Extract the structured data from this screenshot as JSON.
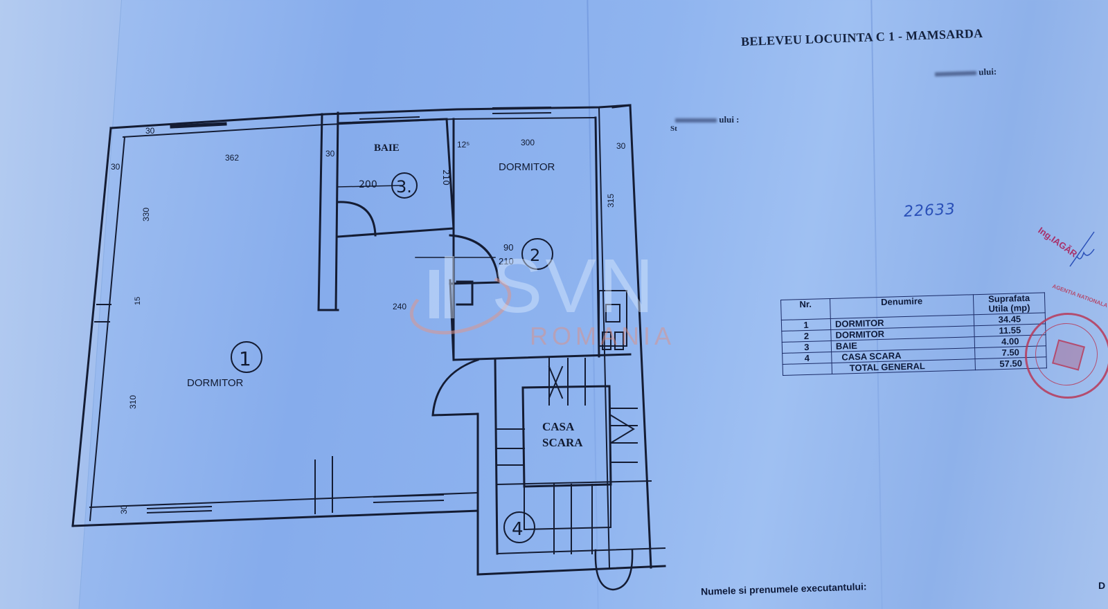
{
  "document": {
    "title": "BELEVEU LOCUINTA C 1 - MAMSARDA",
    "field_top_right_suffix": "ului:",
    "field_left_suffix": "ului :",
    "field_left_prefix": "St",
    "handwritten_number": "22633",
    "engineer_stamp": "Ing.IAGĂR",
    "footer_label": "Numele si prenumele executantului:",
    "footer_right_fragment": "D"
  },
  "floor_plan": {
    "rooms": [
      {
        "number": "1",
        "label": "DORMITOR"
      },
      {
        "number": "2",
        "label": "DORMITOR"
      },
      {
        "number": "3.",
        "label": "BAIE"
      },
      {
        "number": "4",
        "label": "CASA SCARA",
        "label_line1": "CASA",
        "label_line2": "SCARA"
      }
    ],
    "dimensions": {
      "wall_top_left": "30",
      "wall_left": "30",
      "room1_width": "362",
      "room1_height_upper": "330",
      "room1_small": "15",
      "room1_height_lower": "310",
      "hall_width": "240",
      "wall_bottom": "30",
      "baie_wall": "30",
      "baie_width": "200",
      "baie_height": "210",
      "room2_offset": "12⁵",
      "room2_width": "300",
      "room2_height": "315",
      "room2_wall": "30",
      "door_width": "90",
      "door_height": "210"
    }
  },
  "area_table": {
    "headers": {
      "nr": "Nr.",
      "denumire": "Denumire",
      "suprafata": "Suprafata Utila (mp)",
      "suprafata_l1": "Suprafata",
      "suprafata_l2": "Utila (mp)"
    },
    "rows": [
      {
        "nr": "1",
        "denumire": "DORMITOR",
        "suprafata": "34.45"
      },
      {
        "nr": "2",
        "denumire": "DORMITOR",
        "suprafata": "11.55"
      },
      {
        "nr": "3",
        "denumire": "BAIE",
        "suprafata": "4.00"
      },
      {
        "nr": "4",
        "denumire": "CASA SCARA",
        "suprafata": "7.50"
      }
    ],
    "total": {
      "nr": "",
      "denumire": "TOTAL GENERAL",
      "suprafata": "57.50"
    }
  },
  "seal": {
    "text": "AGENTIA NATIONALA DE CADASTRU SI PUBLICITATE IMOBILIARA - Directia"
  },
  "watermark": {
    "brand": "SVN",
    "sub": "ROMANIA"
  },
  "colors": {
    "paper": "#8fb4ef",
    "ink": "#111a30",
    "stamp_red": "#b83a5a",
    "handwriting_blue": "#2a50b8"
  }
}
